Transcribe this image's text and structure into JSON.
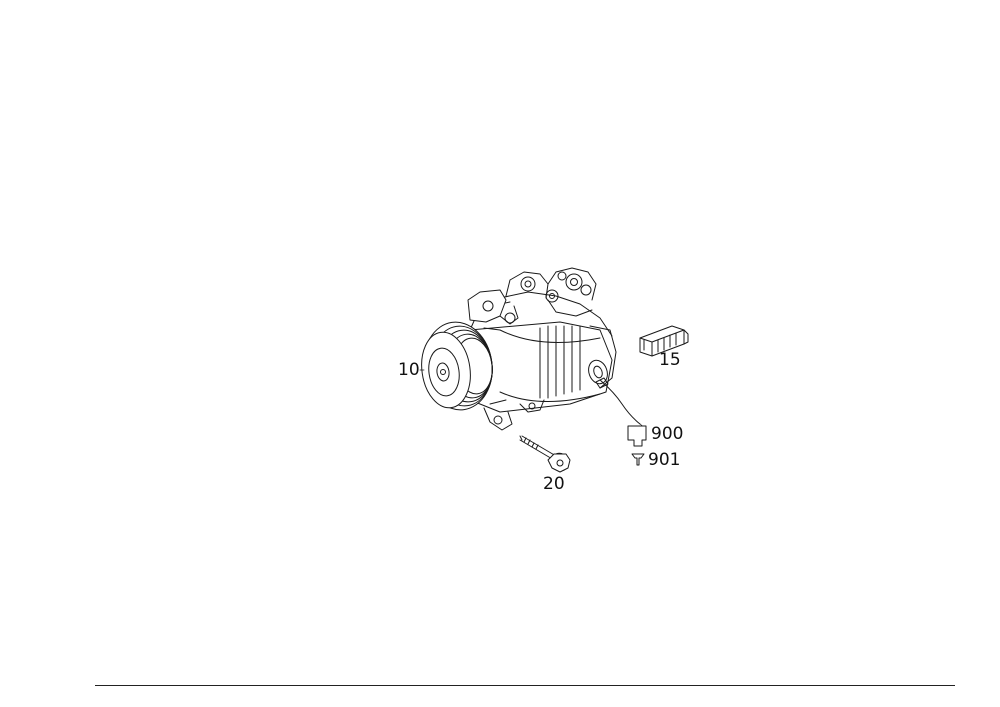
{
  "diagram": {
    "type": "exploded-parts-illustration",
    "line_color": "#1a1a1a",
    "background": "#ffffff",
    "callouts": [
      {
        "id": "10",
        "label": "10",
        "part": "compressor"
      },
      {
        "id": "15",
        "label": "15",
        "part": "connector-plug"
      },
      {
        "id": "20",
        "label": "20",
        "part": "bolt"
      },
      {
        "id": "900",
        "label": "900",
        "part": "symbol-box"
      },
      {
        "id": "901",
        "label": "901",
        "part": "symbol-t"
      }
    ]
  }
}
